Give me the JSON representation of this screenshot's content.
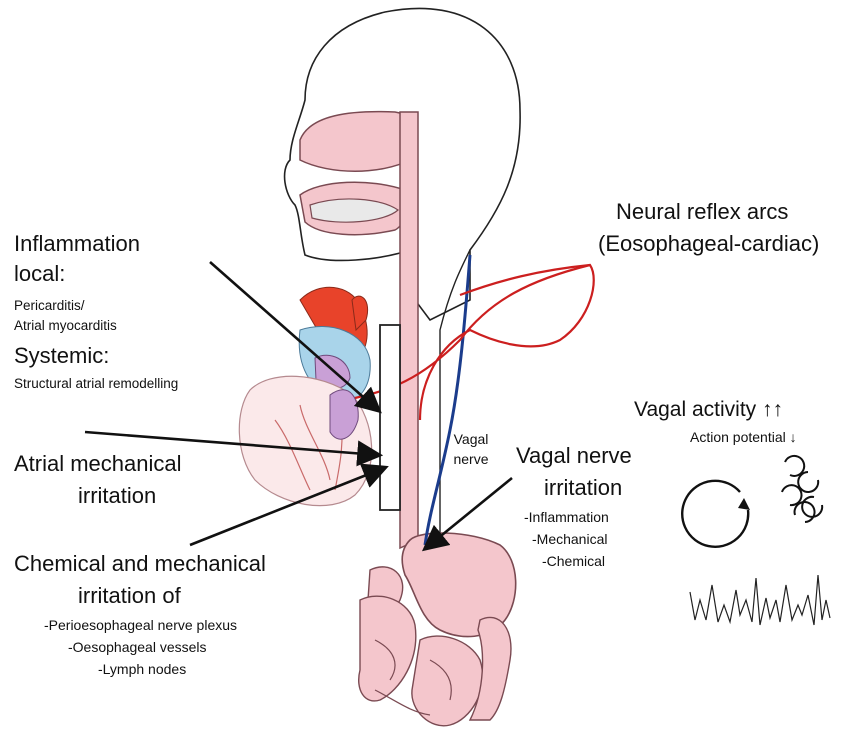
{
  "labels": {
    "inflammation_title": "Inflammation",
    "local_label": "local:",
    "pericarditis": "Pericarditis/",
    "atrial_myocarditis": "Atrial myocarditis",
    "systemic_label": "Systemic:",
    "structural_remodelling": "Structural atrial remodelling",
    "atrial_mech_line1": "Atrial mechanical",
    "atrial_mech_line2": "irritation",
    "chem_mech_line1": "Chemical and mechanical",
    "chem_mech_line2": "irritation of",
    "chem_item1": "-Perioesophageal nerve plexus",
    "chem_item2": "-Oesophageal vessels",
    "chem_item3": "-Lymph nodes",
    "neural_line1": "Neural reflex arcs",
    "neural_line2": "(Eosophageal-cardiac)",
    "vagal_nerve_line1": "Vagal",
    "vagal_nerve_line2": "nerve",
    "vagal_irritation_line1": "Vagal nerve",
    "vagal_irritation_line2": "irritation",
    "vagal_item1": "-Inflammation",
    "vagal_item2": "-Mechanical",
    "vagal_item3": "-Chemical",
    "vagal_activity": "Vagal activity",
    "vagal_activity_arrows": "↑↑",
    "action_potential": "Action potential",
    "action_potential_arrow": "↓"
  },
  "colors": {
    "tissue_pink": "#f4c6cc",
    "tissue_outline": "#7a4a52",
    "heart_red": "#e8432a",
    "heart_blue": "#a9d4ea",
    "heart_purple": "#c9a0d6",
    "reflex_red": "#cc1f1f",
    "vagal_blue": "#1b3c8c",
    "arrow_black": "#111111"
  }
}
